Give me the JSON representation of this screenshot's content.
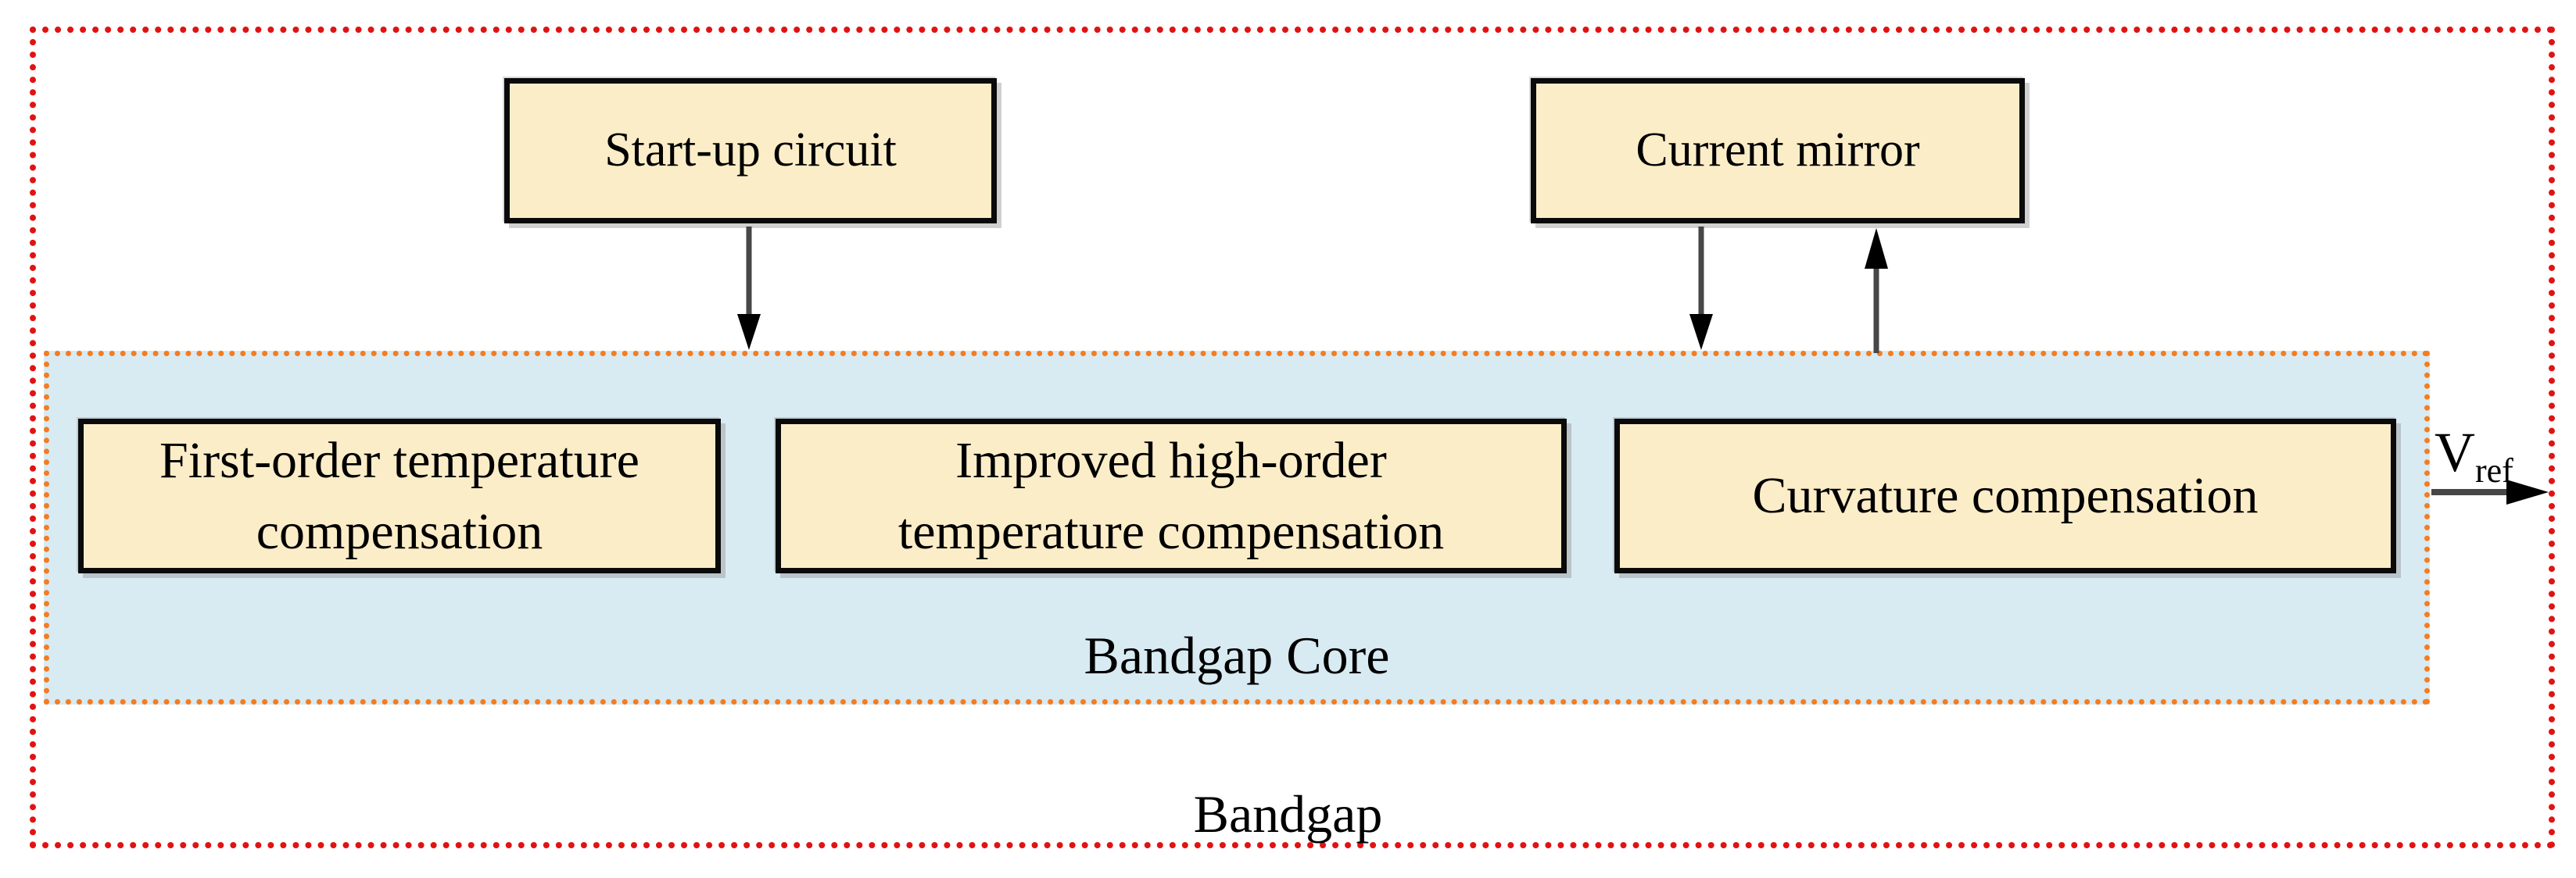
{
  "diagram": {
    "outer_label": "Bandgap",
    "core_label": "Bandgap Core",
    "boxes": {
      "startup": "Start-up circuit",
      "current_mirror": "Current mirror",
      "first_order": "First-order temperature compensation",
      "improved_high_order": "Improved high-order temperature compensation",
      "curvature": "Curvature compensation"
    },
    "output_signal": {
      "base": "V",
      "subscript": "ref"
    },
    "arrows": [
      {
        "name": "startup-to-core",
        "direction": "down"
      },
      {
        "name": "current-mirror-to-core",
        "direction": "down"
      },
      {
        "name": "core-to-current-mirror",
        "direction": "up"
      },
      {
        "name": "core-to-vref-output",
        "direction": "right"
      }
    ],
    "colors": {
      "outer_border": "#e01313",
      "core_border": "#f57c1f",
      "core_fill": "#d8eaf2",
      "block_fill": "#fbedc8",
      "block_border": "#0a0a0a",
      "arrow_line": "#474747",
      "arrow_head": "#000000",
      "background": "#ffffff"
    }
  }
}
